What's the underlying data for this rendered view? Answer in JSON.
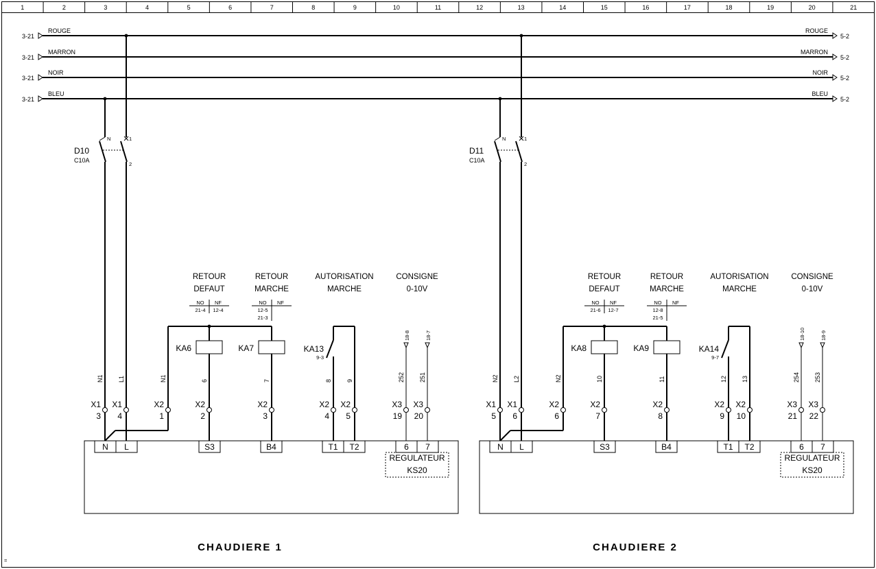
{
  "grid": [
    "1",
    "2",
    "3",
    "4",
    "5",
    "6",
    "7",
    "8",
    "9",
    "10",
    "11",
    "12",
    "13",
    "14",
    "15",
    "16",
    "17",
    "18",
    "19",
    "20",
    "21"
  ],
  "buses": [
    {
      "name": "ROUGE",
      "ref_left": "3-21",
      "ref_right": "5-2"
    },
    {
      "name": "MARRON",
      "ref_left": "3-21",
      "ref_right": "5-2"
    },
    {
      "name": "NOIR",
      "ref_left": "3-21",
      "ref_right": "5-2"
    },
    {
      "name": "BLEU",
      "ref_left": "3-21",
      "ref_right": "5-2"
    }
  ],
  "boilers": [
    {
      "title": "CHAUDIERE 1",
      "breaker": {
        "name": "D10",
        "rating": "C10A",
        "pole_n": "N",
        "pole_1": "1",
        "pole_2": "2"
      },
      "headers": {
        "retour_defaut": [
          "RETOUR",
          "DEFAUT"
        ],
        "retour_marche": [
          "RETOUR",
          "MARCHE"
        ],
        "autorisation": [
          "AUTORISATION",
          "MARCHE"
        ],
        "consigne": [
          "CONSIGNE",
          "0-10V"
        ]
      },
      "contact_tables": [
        {
          "no": "NO",
          "nf": "NF",
          "rows": [
            [
              "21-4",
              "12-4"
            ]
          ]
        },
        {
          "no": "NO",
          "nf": "NF",
          "rows": [
            [
              "12-5",
              ""
            ],
            [
              "21-3",
              ""
            ]
          ]
        }
      ],
      "relays": [
        "KA6",
        "KA7"
      ],
      "contact": {
        "name": "KA13",
        "ref": "9-3"
      },
      "signal_refs": [
        "18-8",
        "18-7"
      ],
      "wires": [
        "N1",
        "L1",
        "N1",
        "6",
        "7",
        "8",
        "9",
        "252",
        "251"
      ],
      "terminals": [
        {
          "strip": "X1",
          "num": "3"
        },
        {
          "strip": "X1",
          "num": "4"
        },
        {
          "strip": "X2",
          "num": "1"
        },
        {
          "strip": "X2",
          "num": "2"
        },
        {
          "strip": "X2",
          "num": "3"
        },
        {
          "strip": "X2",
          "num": "4"
        },
        {
          "strip": "X2",
          "num": "5"
        },
        {
          "strip": "X3",
          "num": "19"
        },
        {
          "strip": "X3",
          "num": "20"
        }
      ],
      "device_terms": [
        "N",
        "L",
        "S3",
        "B4",
        "T1",
        "T2",
        "6",
        "7"
      ],
      "regulator": [
        "REGULATEUR",
        "KS20"
      ]
    },
    {
      "title": "CHAUDIERE 2",
      "breaker": {
        "name": "D11",
        "rating": "C10A",
        "pole_n": "N",
        "pole_1": "1",
        "pole_2": "2"
      },
      "headers": {
        "retour_defaut": [
          "RETOUR",
          "DEFAUT"
        ],
        "retour_marche": [
          "RETOUR",
          "MARCHE"
        ],
        "autorisation": [
          "AUTORISATION",
          "MARCHE"
        ],
        "consigne": [
          "CONSIGNE",
          "0-10V"
        ]
      },
      "contact_tables": [
        {
          "no": "NO",
          "nf": "NF",
          "rows": [
            [
              "21-6",
              "12-7"
            ]
          ]
        },
        {
          "no": "NO",
          "nf": "NF",
          "rows": [
            [
              "12-8",
              ""
            ],
            [
              "21-5",
              ""
            ]
          ]
        }
      ],
      "relays": [
        "KA8",
        "KA9"
      ],
      "contact": {
        "name": "KA14",
        "ref": "9-7"
      },
      "signal_refs": [
        "18-10",
        "18-9"
      ],
      "wires": [
        "N2",
        "L2",
        "N2",
        "10",
        "11",
        "12",
        "13",
        "254",
        "253"
      ],
      "terminals": [
        {
          "strip": "X1",
          "num": "5"
        },
        {
          "strip": "X1",
          "num": "6"
        },
        {
          "strip": "X2",
          "num": "6"
        },
        {
          "strip": "X2",
          "num": "7"
        },
        {
          "strip": "X2",
          "num": "8"
        },
        {
          "strip": "X2",
          "num": "9"
        },
        {
          "strip": "X2",
          "num": "10"
        },
        {
          "strip": "X3",
          "num": "21"
        },
        {
          "strip": "X3",
          "num": "22"
        }
      ],
      "device_terms": [
        "N",
        "L",
        "S3",
        "B4",
        "T1",
        "T2",
        "6",
        "7"
      ],
      "regulator": [
        "REGULATEUR",
        "KS20"
      ]
    }
  ],
  "footer_mark": "="
}
